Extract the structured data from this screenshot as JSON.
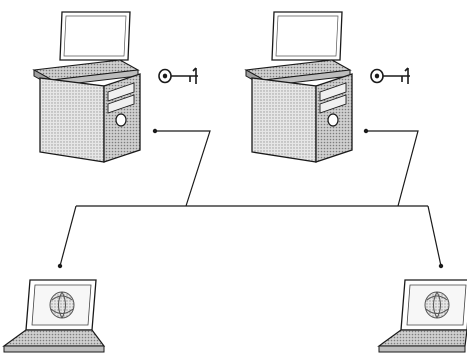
{
  "nodes": [
    {
      "id": "server-left",
      "kind": "workstation-tower",
      "icon": "computer-tower-icon",
      "has_key": true,
      "key_icon": "key-icon"
    },
    {
      "id": "server-right",
      "kind": "workstation-tower",
      "icon": "computer-tower-icon",
      "has_key": true,
      "key_icon": "key-icon"
    },
    {
      "id": "laptop-left",
      "kind": "laptop",
      "icon": "laptop-icon",
      "screen_icon": "globe-icon"
    },
    {
      "id": "laptop-right",
      "kind": "laptop",
      "icon": "laptop-icon",
      "screen_icon": "globe-icon"
    }
  ],
  "connections": [
    {
      "from": "server-left",
      "to": "network-bus"
    },
    {
      "from": "server-right",
      "to": "network-bus"
    },
    {
      "from": "network-bus",
      "to": "laptop-left"
    },
    {
      "from": "network-bus",
      "to": "laptop-right"
    }
  ],
  "colors": {
    "stroke": "#1a1a1a",
    "case_fill": "#d9d9d9",
    "screen_fill": "#ffffff",
    "bevel": "#bdbdbd"
  }
}
